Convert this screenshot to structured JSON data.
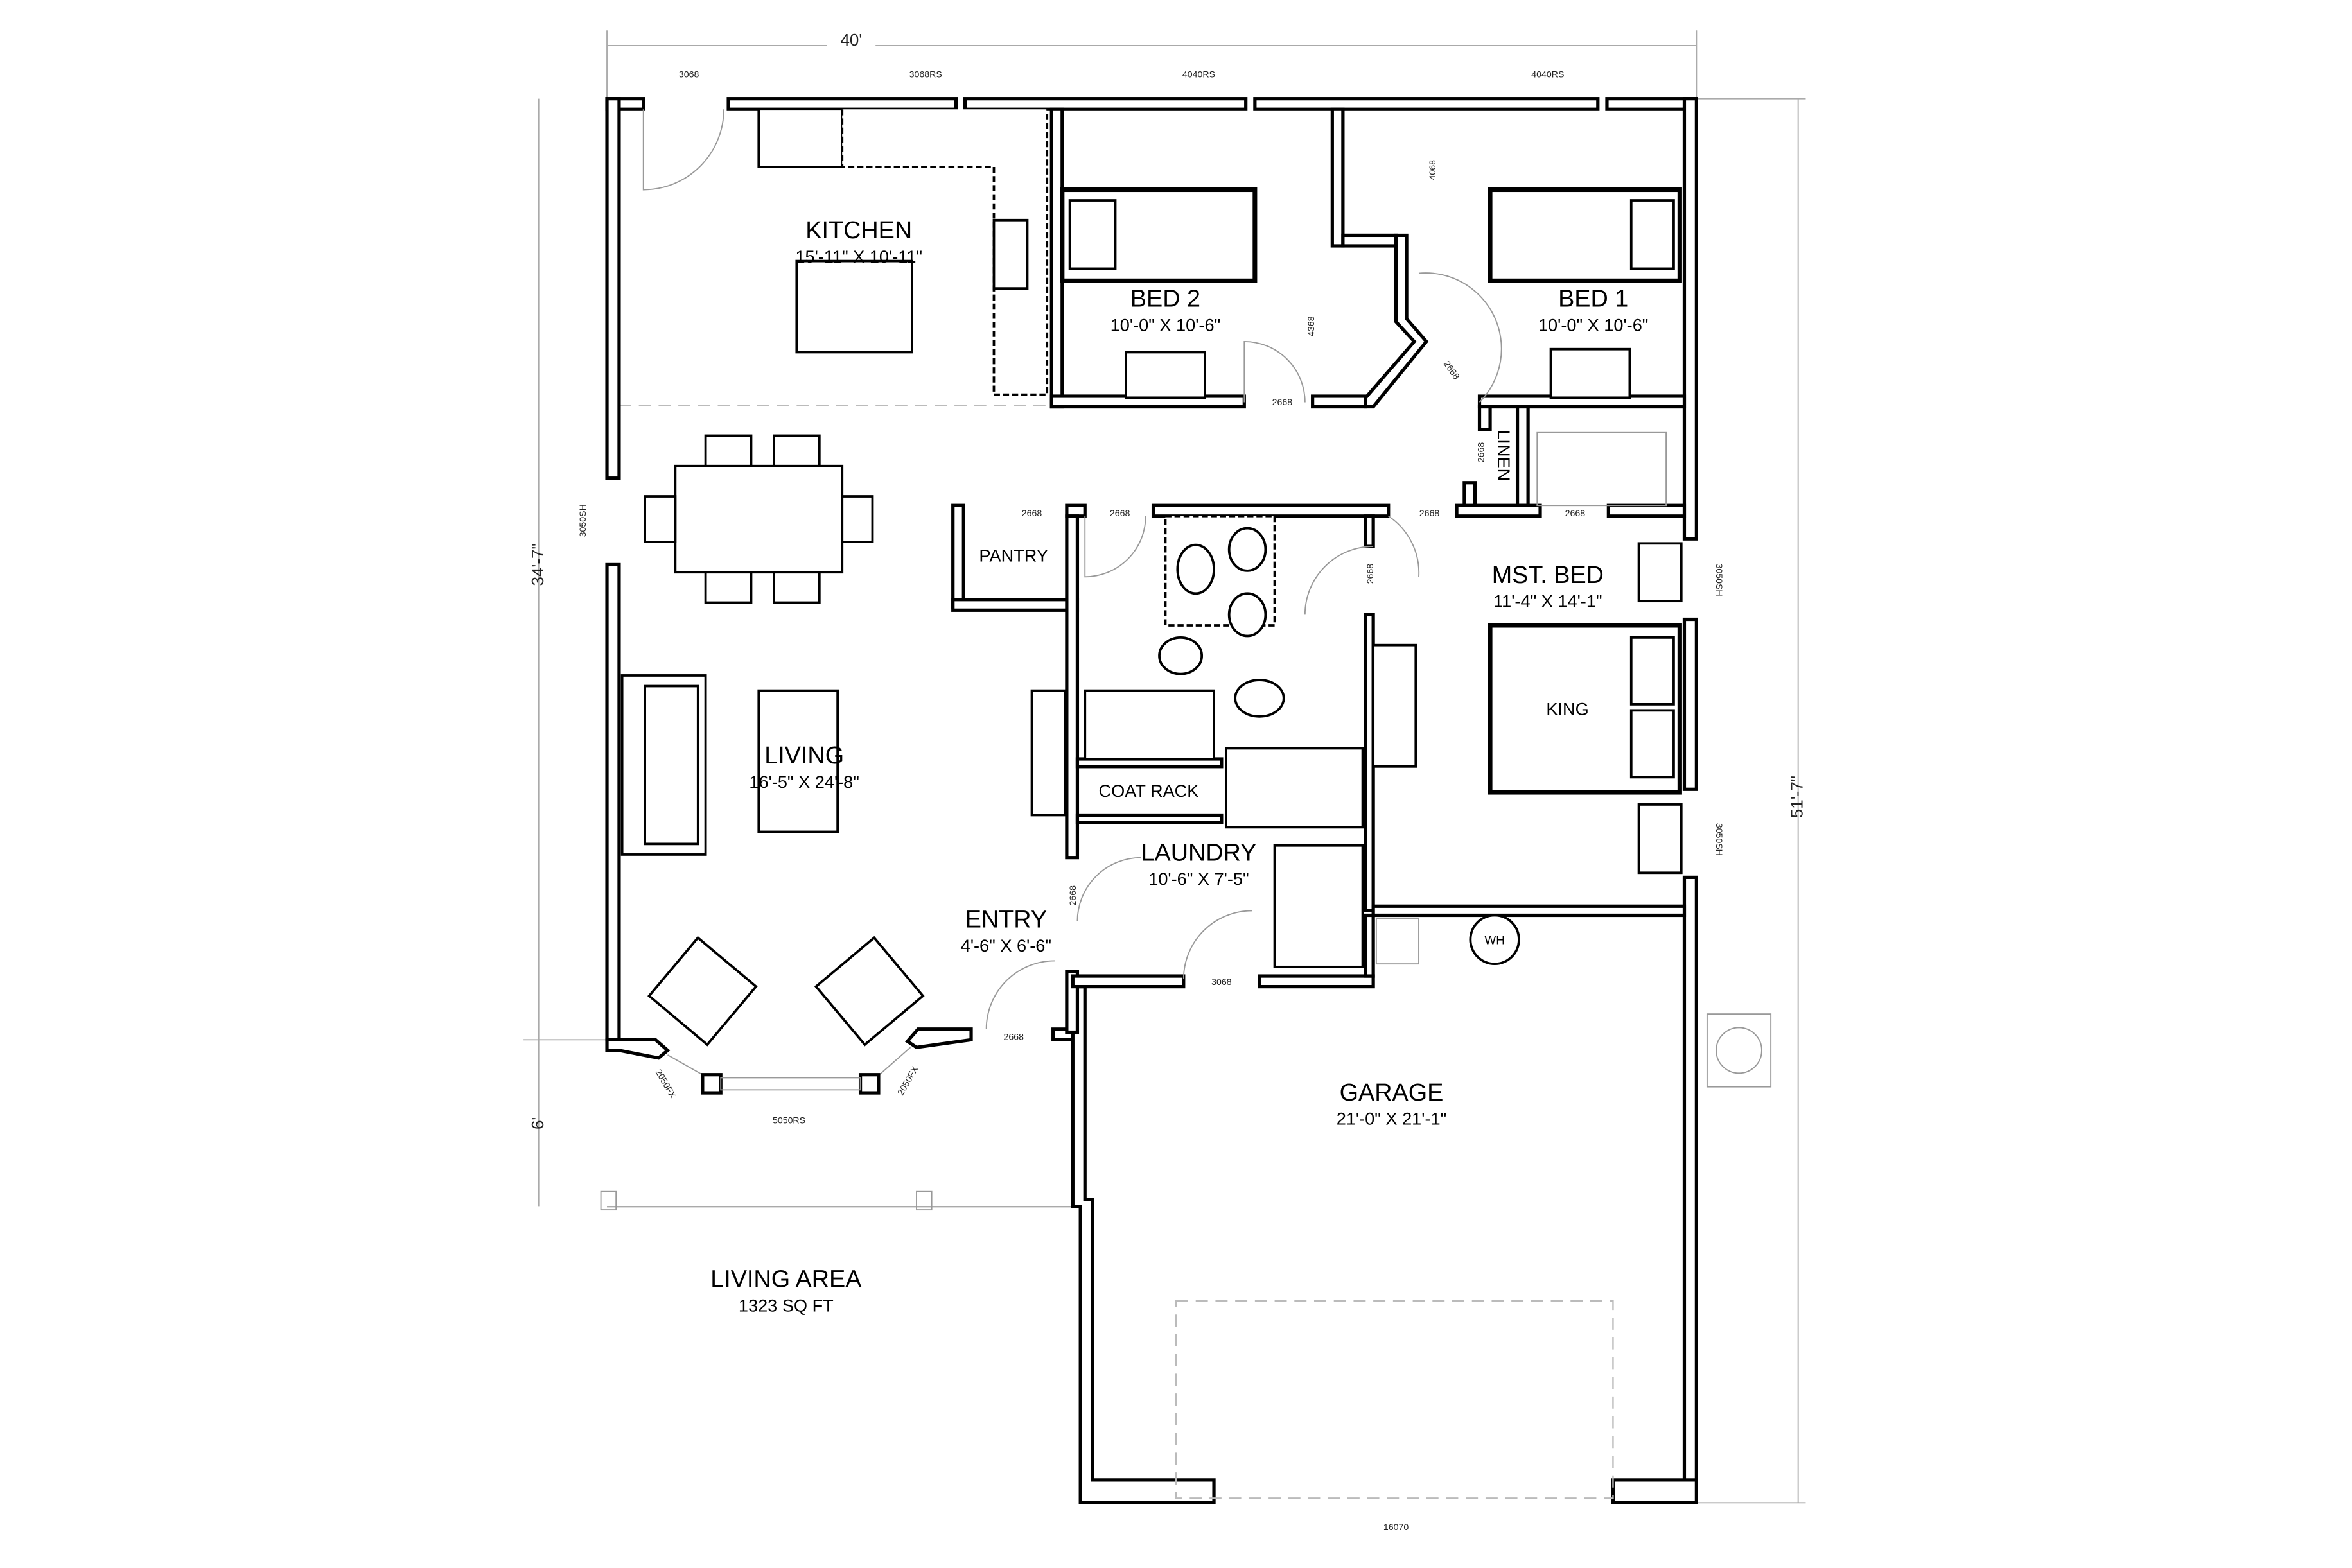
{
  "dimensions": {
    "overall_width": "40'",
    "left_depth": "34'-7\"",
    "porch_depth": "6'",
    "overall_depth": "51'-7\""
  },
  "rooms": {
    "kitchen": {
      "name": "KITCHEN",
      "size": "15'-11\" X 10'-11\""
    },
    "bed2": {
      "name": "BED 2",
      "size": "10'-0\" X 10'-6\""
    },
    "bed1": {
      "name": "BED 1",
      "size": "10'-0\" X 10'-6\""
    },
    "living": {
      "name": "LIVING",
      "size": "16'-5\" X 24'-8\""
    },
    "mst_bed": {
      "name": "MST. BED",
      "size": "11'-4\" X 14'-1\""
    },
    "laundry": {
      "name": "LAUNDRY",
      "size": "10'-6\" X 7'-5\""
    },
    "entry": {
      "name": "ENTRY",
      "size": "4'-6\" X 6'-6\""
    },
    "garage": {
      "name": "GARAGE",
      "size": "21'-0\" X 21'-1\""
    },
    "pantry": {
      "name": "PANTRY"
    },
    "linen": {
      "name": "LINEN"
    },
    "coat_rack": {
      "name": "COAT RACK"
    },
    "king": {
      "name": "KING"
    },
    "wh": {
      "name": "WH"
    }
  },
  "living_area": {
    "label": "LIVING AREA",
    "value": "1323 SQ FT"
  },
  "openings": {
    "top_door": "3068",
    "kitchen_window": "3068RS",
    "bed2_window": "4040RS",
    "bed1_window": "4040RS",
    "living_window": "3050SH",
    "mst_window_1": "3050SH",
    "mst_window_2": "3050SH",
    "bed1_closet": "4068",
    "bed2_closet": "4368",
    "bed2_door": "2668",
    "bed1_door": "2668",
    "linen_door": "2668",
    "pantry_door": "2668",
    "bath_door": "2668",
    "hall_door": "2668",
    "mst_closet_door": "2668",
    "mst_bath_door": "2668",
    "laundry_door": "2668",
    "laundry_garage_door": "3068",
    "entry_door": "2668",
    "bay_left": "2050FX",
    "bay_right": "2050FX",
    "bay_center": "5050RS",
    "garage_door": "16070"
  }
}
